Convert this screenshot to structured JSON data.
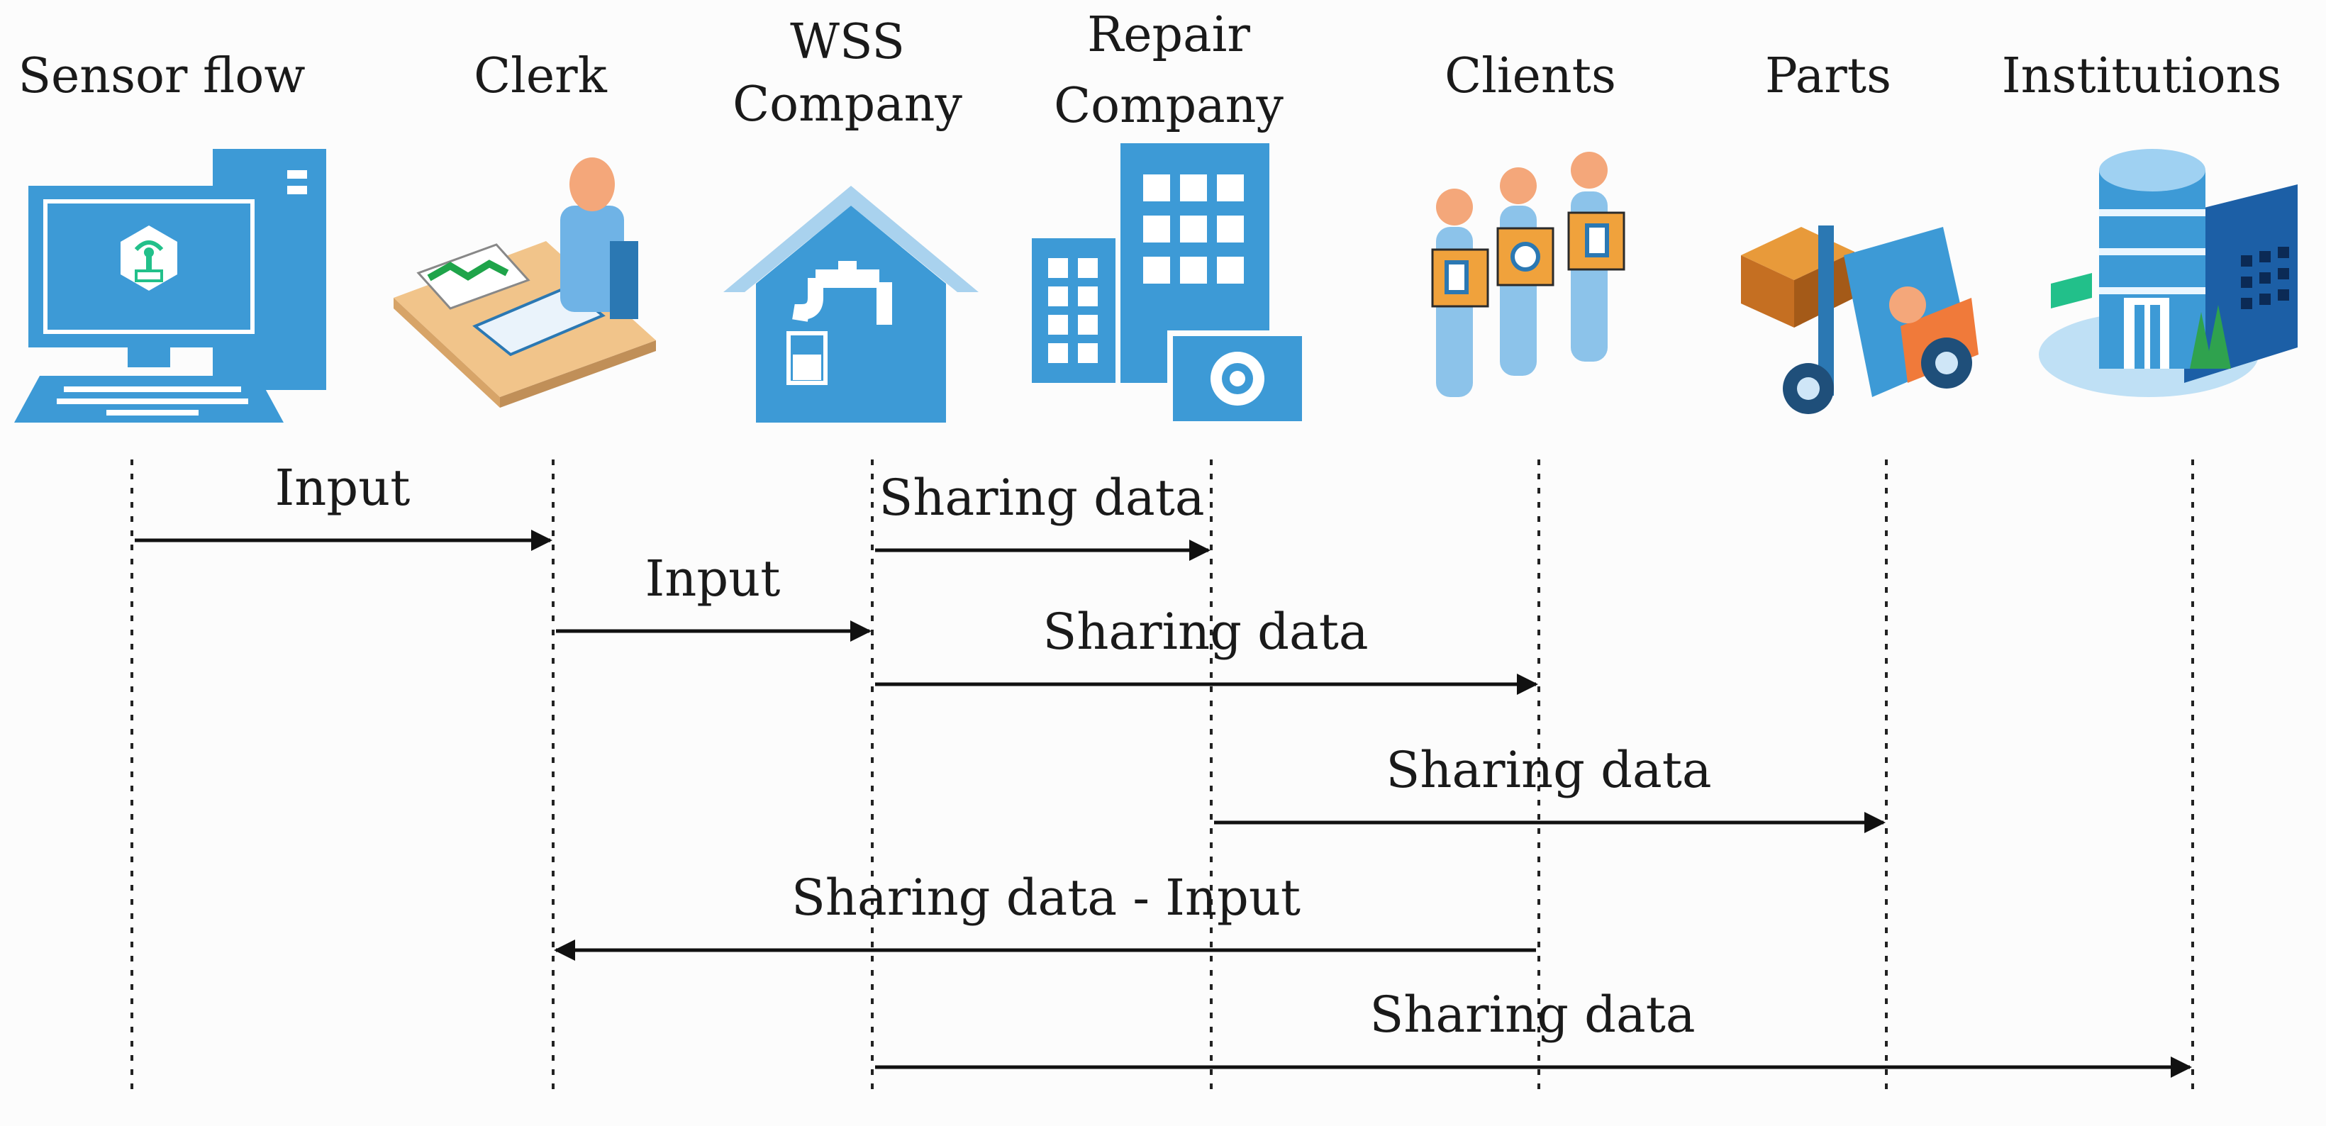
{
  "actors": [
    {
      "id": "sensor",
      "label": [
        "Sensor flow"
      ],
      "icon": "computer-sensor-icon"
    },
    {
      "id": "clerk",
      "label": [
        "Clerk"
      ],
      "icon": "clerk-desk-icon"
    },
    {
      "id": "wss",
      "label": [
        "WSS",
        "Company"
      ],
      "icon": "water-house-icon"
    },
    {
      "id": "repair",
      "label": [
        "Repair",
        "Company"
      ],
      "icon": "repair-building-icon"
    },
    {
      "id": "clients",
      "label": [
        "Clients"
      ],
      "icon": "clients-boxes-icon"
    },
    {
      "id": "parts",
      "label": [
        "Parts"
      ],
      "icon": "forklift-parts-icon"
    },
    {
      "id": "institutions",
      "label": [
        "Institutions"
      ],
      "icon": "institution-building-icon"
    }
  ],
  "messages": [
    {
      "from": "sensor",
      "to": "clerk",
      "label": "Input"
    },
    {
      "from": "wss",
      "to": "repair",
      "label": "Sharing data"
    },
    {
      "from": "clerk",
      "to": "wss",
      "label": "Input"
    },
    {
      "from": "wss",
      "to": "clients",
      "label": "Sharing data"
    },
    {
      "from": "repair",
      "to": "parts",
      "label": "Sharing data"
    },
    {
      "from": "clients",
      "to": "clerk",
      "label": "Sharing data - Input"
    },
    {
      "from": "wss",
      "to": "institutions",
      "label": "Sharing data"
    }
  ],
  "colors": {
    "icon_blue": "#3d9ad6",
    "icon_blue_dark": "#2b78b3",
    "accent_green": "#22c08a",
    "accent_orange": "#f0a23c",
    "line": "#111111"
  }
}
